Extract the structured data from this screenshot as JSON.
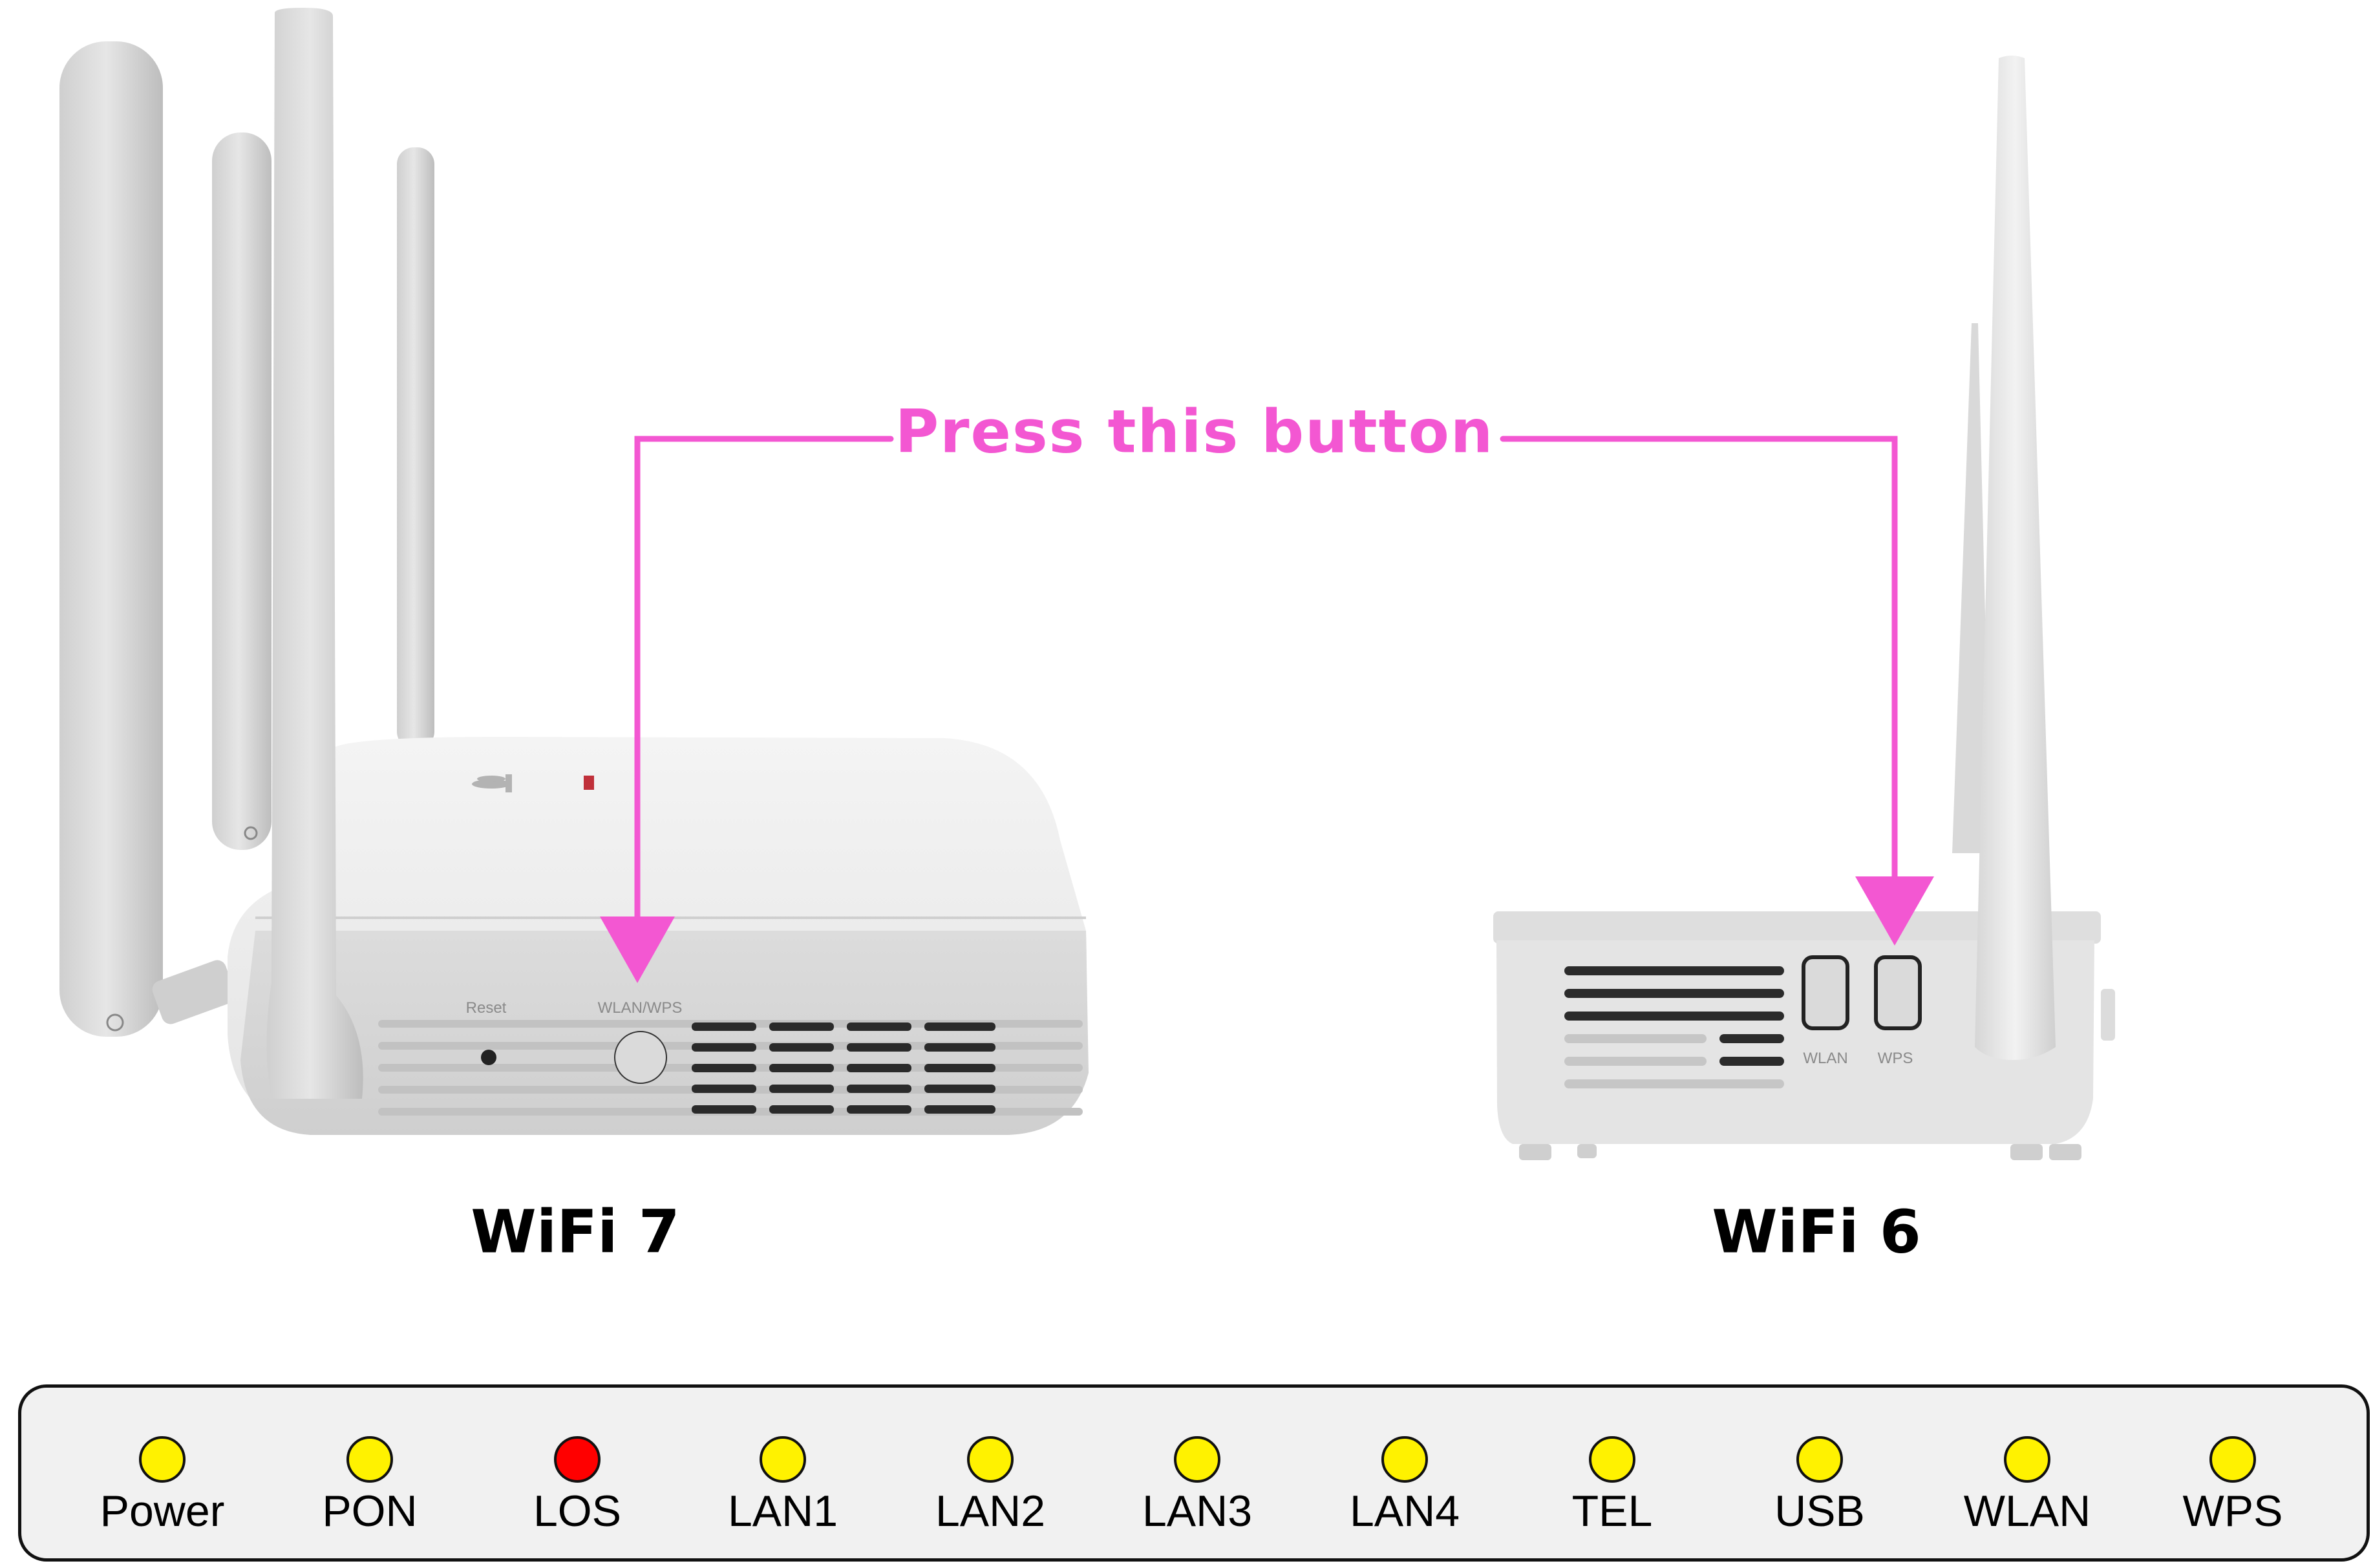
{
  "callout": {
    "text": "Press this button",
    "color": "#f357d2"
  },
  "devices": [
    {
      "model": "WiFi 7",
      "button_labels": [
        "Reset",
        "WLAN/WPS"
      ],
      "target_button": "WLAN/WPS"
    },
    {
      "model": "WiFi 6",
      "button_labels": [
        "WLAN",
        "WPS"
      ],
      "target_button": "WPS"
    }
  ],
  "led_panel": {
    "indicators": [
      {
        "label": "Power",
        "color": "#fff200"
      },
      {
        "label": "PON",
        "color": "#fff200"
      },
      {
        "label": "LOS",
        "color": "#ff0000"
      },
      {
        "label": "LAN1",
        "color": "#fff200"
      },
      {
        "label": "LAN2",
        "color": "#fff200"
      },
      {
        "label": "LAN3",
        "color": "#fff200"
      },
      {
        "label": "LAN4",
        "color": "#fff200"
      },
      {
        "label": "TEL",
        "color": "#fff200"
      },
      {
        "label": "USB",
        "color": "#fff200"
      },
      {
        "label": "WLAN",
        "color": "#fff200"
      },
      {
        "label": "WPS",
        "color": "#fff200"
      }
    ]
  }
}
